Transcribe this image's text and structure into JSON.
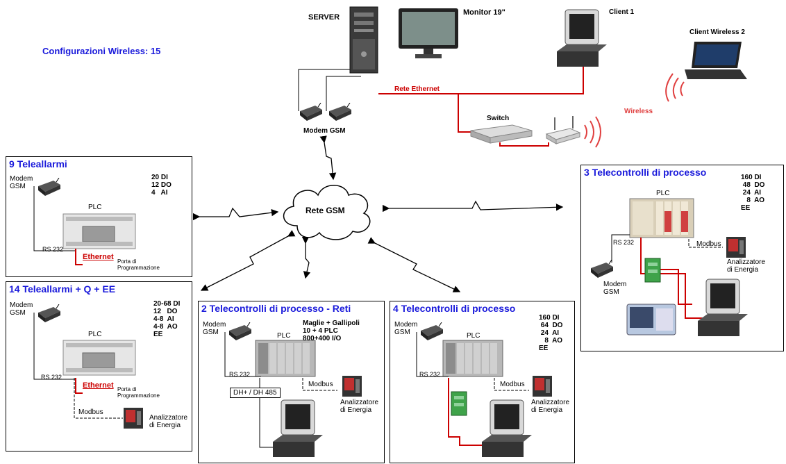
{
  "header": {
    "wireless_configs": "Configurazioni Wireless: 15"
  },
  "top": {
    "server": "SERVER",
    "monitor": "Monitor 19\"",
    "client1": "Client 1",
    "client_wireless2": "Client Wireless 2",
    "rete_ethernet": "Rete Ethernet",
    "switch": "Switch",
    "wireless": "Wireless",
    "modem_gsm": "Modem GSM"
  },
  "cloud": {
    "label": "Rete GSM"
  },
  "box9": {
    "title": "9 Teleallarmi",
    "specs": "20 DI\n12 DO\n4   AI",
    "modem": "Modem\nGSM",
    "plc": "PLC",
    "rs232": "RS 232",
    "ethernet": "Ethernet",
    "porta": "Porta di\nProgrammazione"
  },
  "box14": {
    "title": "14 Teleallarmi + Q + EE",
    "specs": "20-68 DI\n12   DO\n4-8  AI\n4-8  AO\nEE",
    "modem": "Modem\nGSM",
    "plc": "PLC",
    "rs232": "RS 232",
    "ethernet": "Ethernet",
    "porta": "Porta di\nProgrammazione",
    "modbus": "Modbus",
    "analizzatore": "Analizzatore\ndi Energia"
  },
  "box2": {
    "title": "2 Telecontrolli di processo - Reti",
    "specs": "Maglie + Gallipoli\n10 + 4 PLC\n800+400 I/O",
    "modem": "Modem\nGSM",
    "plc": "PLC",
    "rs232": "RS 232",
    "dh": "DH+ / DH 485",
    "modbus": "Modbus",
    "analizzatore": "Analizzatore\ndi Energia"
  },
  "box4": {
    "title": "4 Telecontrolli di processo",
    "specs": "160 DI\n 64  DO\n 24  AI\n   8  AO\nEE",
    "modem": "Modem\nGSM",
    "plc": "PLC",
    "rs232": "RS 232",
    "modbus": "Modbus",
    "analizzatore": "Analizzatore\ndi Energia"
  },
  "box3": {
    "title": "3 Telecontrolli di processo",
    "specs": "160 DI\n 48  DO\n 24  AI\n   8  AO\nEE",
    "plc": "PLC",
    "rs232": "RS 232",
    "modbus": "Modbus",
    "analizzatore": "Analizzatore\ndi Energia",
    "modem": "Modem\nGSM"
  },
  "colors": {
    "title_blue": "#1a1adb",
    "ethernet_red": "#cc0000",
    "wireless_red": "#e04040"
  }
}
